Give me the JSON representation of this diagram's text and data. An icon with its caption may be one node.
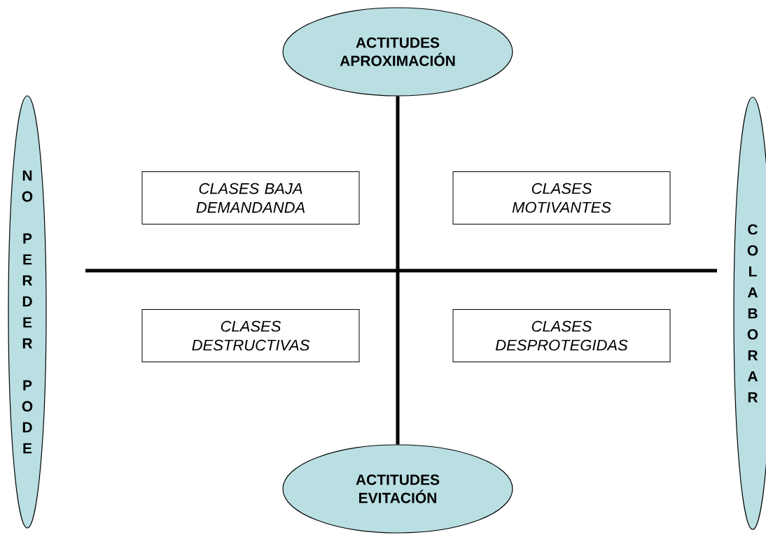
{
  "diagram": {
    "nodes": [
      {
        "text": [
          "ACTITUDES APROXIMACIÓN"
        ]
      },
      {
        "text": [
          "NO PERDER PODE"
        ]
      },
      {
        "text": [
          "CLASES BAJA DEMANDANDA"
        ]
      },
      {
        "text": [
          "CLASES MOTIVANTES"
        ]
      },
      {
        "text": [
          "COLABORAR"
        ]
      },
      {
        "text": [
          "CLASES DESTRUCTIVAS"
        ]
      },
      {
        "text": [
          "CLASES DESPROTEGIDAS"
        ]
      },
      {
        "text": [
          "ACTITUDES EVITACIÓN"
        ]
      }
    ],
    "edges": [
      {
        "from": 0,
        "to": 7,
        "arrow": "none"
      }
    ]
  }
}
